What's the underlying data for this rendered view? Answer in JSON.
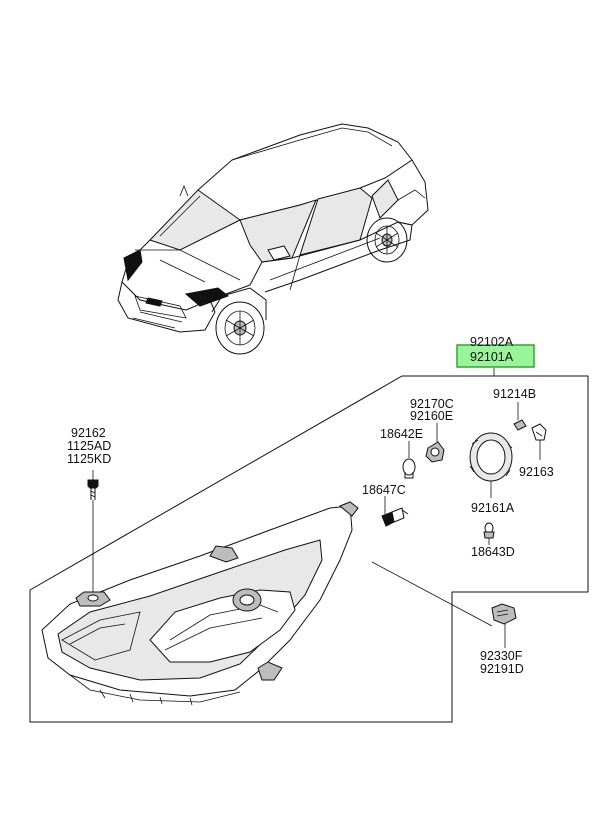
{
  "diagram": {
    "labels": {
      "l_92102A": "92102A",
      "l_92101A": "92101A",
      "l_92214B": "91214B",
      "l_92170C": "92170C",
      "l_92160E": "92160E",
      "l_18642E": "18642E",
      "l_92163": "92163",
      "l_92162": "92162",
      "l_1125AD": "1125AD",
      "l_1125KD": "1125KD",
      "l_18647C": "18647C",
      "l_92161A": "92161A",
      "l_18643D": "18643D",
      "l_92330F": "92330F",
      "l_92191D": "92191D"
    },
    "highlight_label": "92101A",
    "highlight_color": "#98f598"
  }
}
